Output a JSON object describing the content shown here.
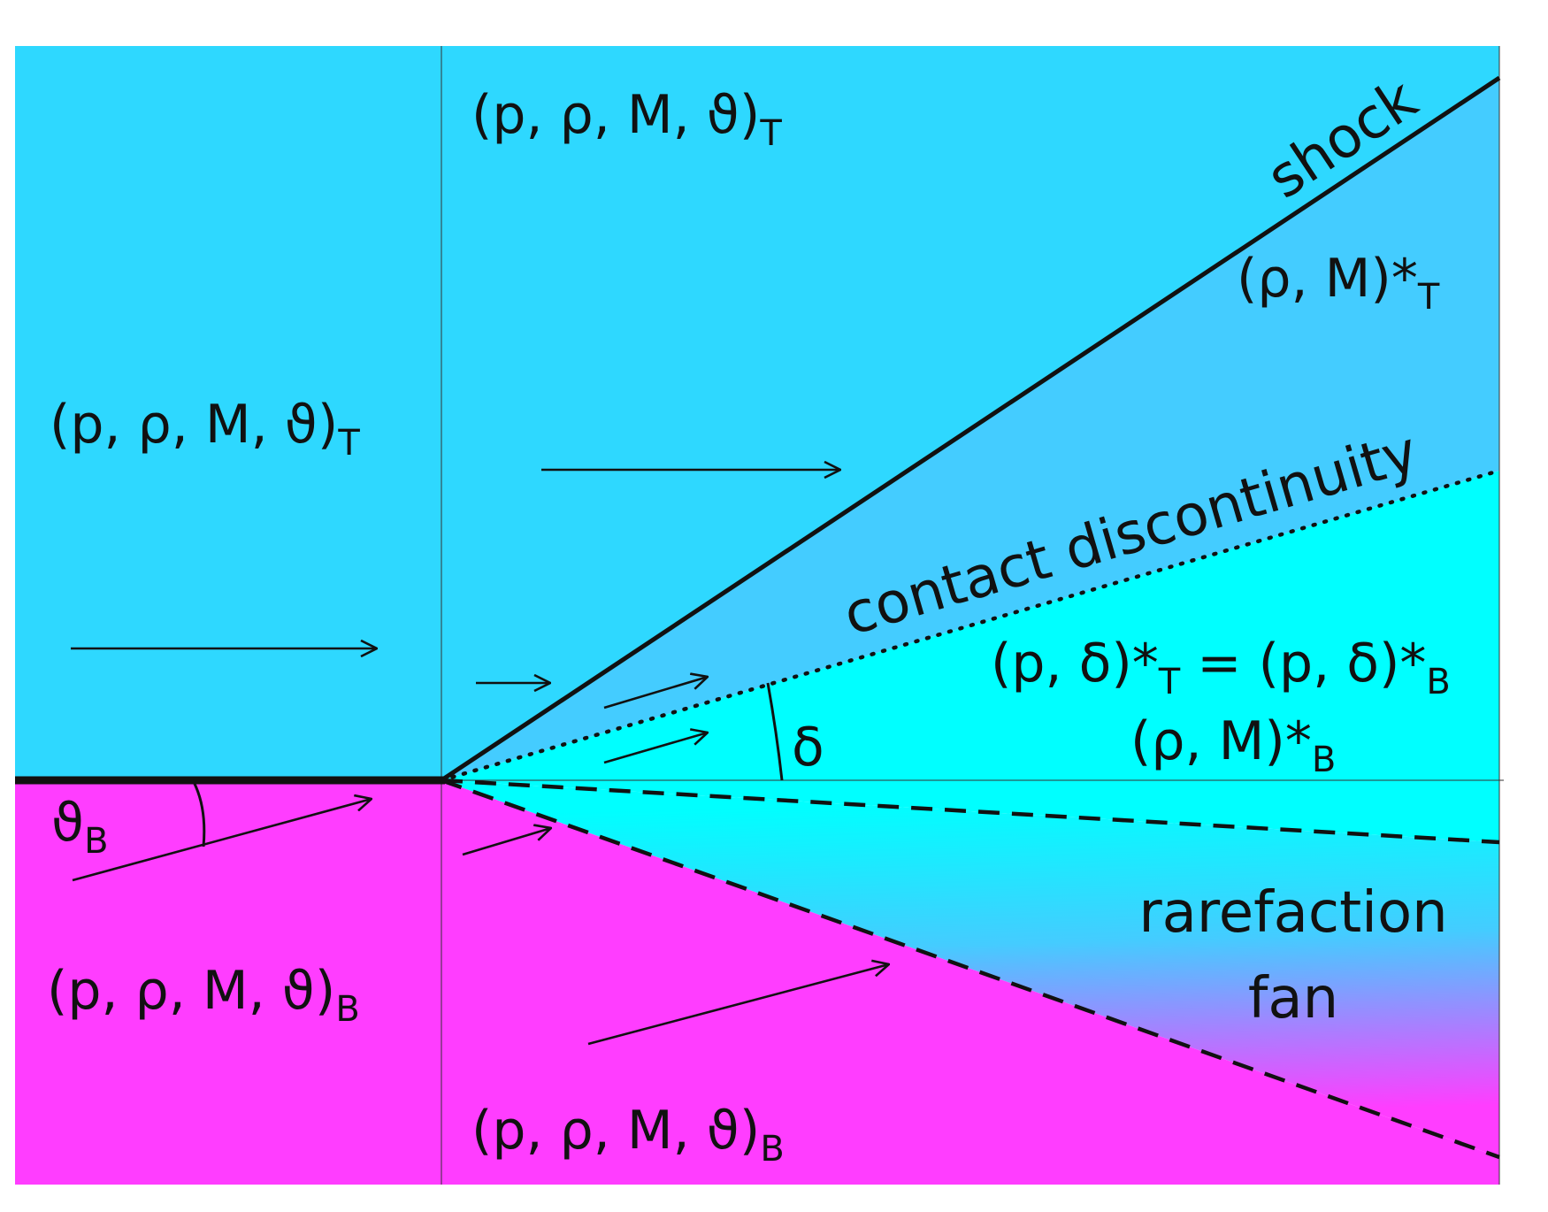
{
  "colors": {
    "top_region": "#2ed8ff",
    "shocked_region": "#44ccff",
    "bottom_post": "#00ffff",
    "bottom_region": "#ff3dff",
    "line": "#111111"
  },
  "labels": {
    "top_left_state": {
      "main": "(p, ρ, M, ϑ)",
      "sub": "T"
    },
    "top_right_state": {
      "main": "(p, ρ, M, ϑ)",
      "sub": "T"
    },
    "bottom_left_state": {
      "main": "(p, ρ, M, ϑ)",
      "sub": "B"
    },
    "bottom_right_state": {
      "main": "(p, ρ, M, ϑ)",
      "sub": "B"
    },
    "top_star_state": {
      "main": "(ρ, M)*",
      "sub": "T"
    },
    "bottom_star_state": {
      "main": "(ρ, M)*",
      "sub": "B"
    },
    "equality": {
      "left": "(p, δ)*",
      "left_sub": "T",
      "mid": " = (p, δ)*",
      "right_sub": "B"
    },
    "theta_b": {
      "main": "ϑ",
      "sub": "B"
    },
    "delta": "δ",
    "shock": "shock",
    "contact": "contact discontinuity",
    "rarefaction_line1": "rarefaction",
    "rarefaction_line2": "fan"
  }
}
